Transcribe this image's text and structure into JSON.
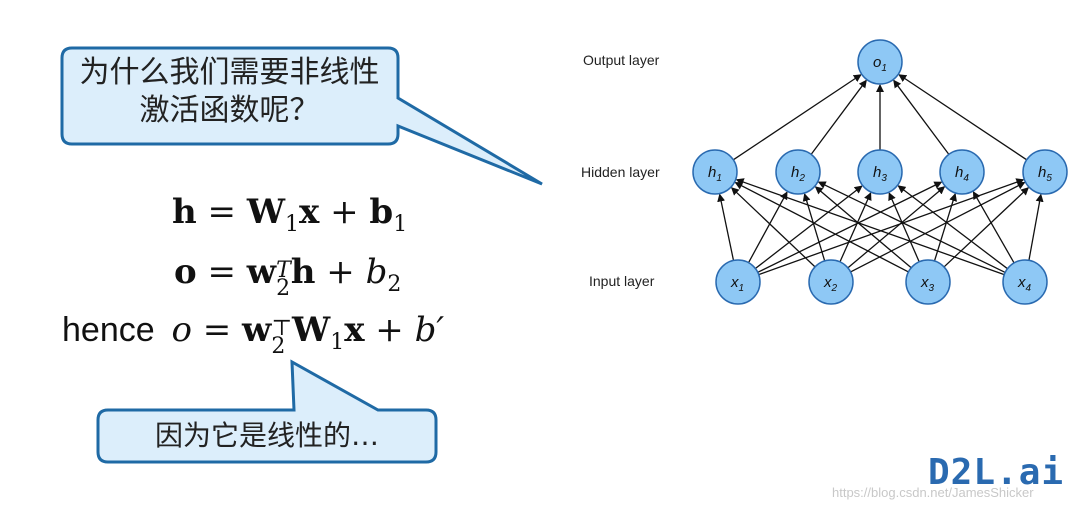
{
  "callouts": {
    "question_line1": "为什么我们需要非线性",
    "question_line2": "激活函数呢？",
    "answer": "因为它是线性的…"
  },
  "equations": {
    "eq1": {
      "lhs": "h",
      "w": "W",
      "w_sub": "1",
      "x": "x",
      "b": "b",
      "b_sub": "1"
    },
    "eq2": {
      "lhs": "o",
      "w": "w",
      "w_sub": "2",
      "w_sup": "T",
      "h": "h",
      "b": "b",
      "b_sub": "2"
    },
    "eq3": {
      "prefix": "hence",
      "lhs": "o",
      "w": "w",
      "w_sub": "2",
      "w_sup": "⊤",
      "W": "W",
      "W_sub": "1",
      "x": "x",
      "b": "b′"
    }
  },
  "network": {
    "labels": {
      "output": "Output layer",
      "hidden": "Hidden layer",
      "input": "Input layer"
    },
    "output_nodes": [
      {
        "name": "o",
        "sub": "1"
      }
    ],
    "hidden_nodes": [
      {
        "name": "h",
        "sub": "1"
      },
      {
        "name": "h",
        "sub": "2"
      },
      {
        "name": "h",
        "sub": "3"
      },
      {
        "name": "h",
        "sub": "4"
      },
      {
        "name": "h",
        "sub": "5"
      }
    ],
    "input_nodes": [
      {
        "name": "x",
        "sub": "1"
      },
      {
        "name": "x",
        "sub": "2"
      },
      {
        "name": "x",
        "sub": "3"
      },
      {
        "name": "x",
        "sub": "4"
      }
    ],
    "colors": {
      "node_fill": "#8ec8f5",
      "node_stroke": "#2a6ab0",
      "edge": "#111111"
    }
  },
  "brand": {
    "logo": "D2L.ai"
  },
  "watermark": "https://blog.csdn.net/JamesShicker"
}
